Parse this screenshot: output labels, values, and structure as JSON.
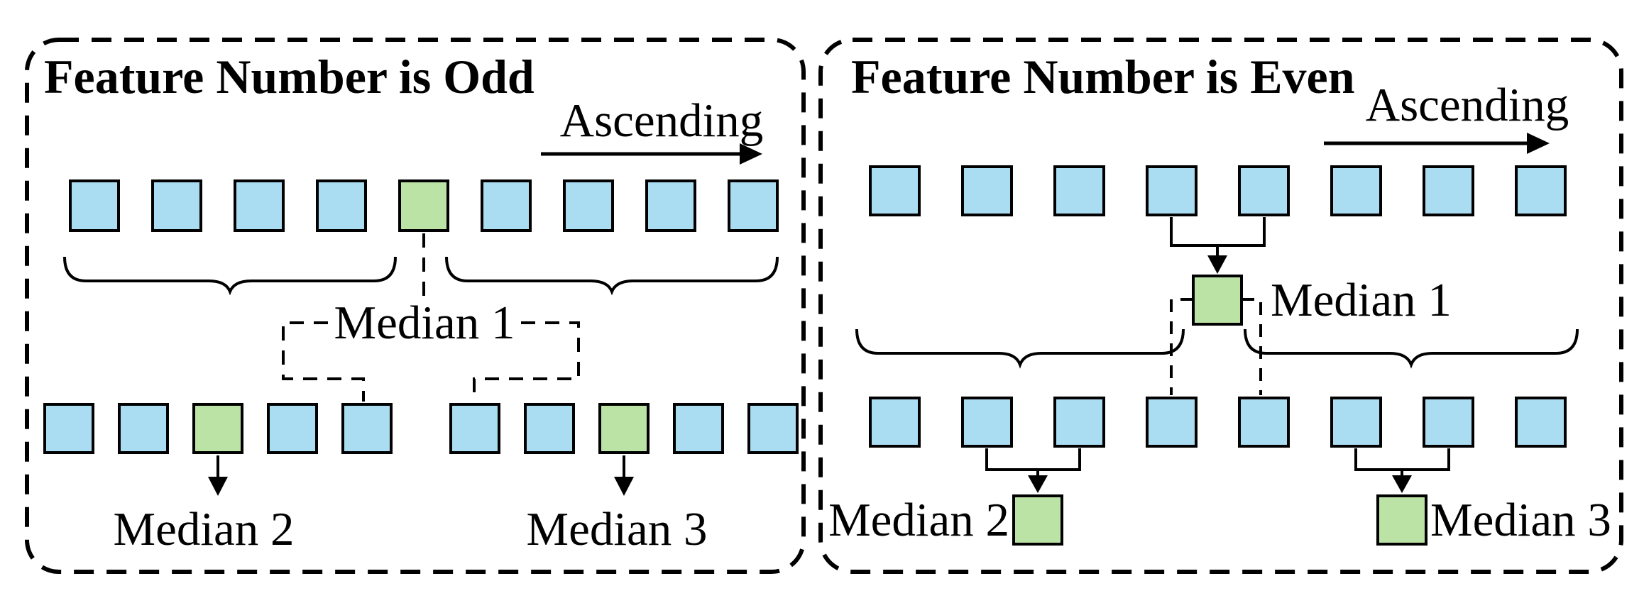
{
  "colors": {
    "blue": "#aadcf2",
    "green": "#bce3a6",
    "line": "#000000"
  },
  "panels": {
    "odd": {
      "title": "Feature Number is Odd",
      "ascending_label": "Ascending",
      "row1_squares": [
        "blue",
        "blue",
        "blue",
        "blue",
        "green",
        "blue",
        "blue",
        "blue",
        "blue"
      ],
      "row2_left_squares": [
        "blue",
        "blue",
        "green",
        "blue",
        "blue"
      ],
      "row2_right_squares": [
        "blue",
        "blue",
        "green",
        "blue",
        "blue"
      ],
      "median1_label": "Median 1",
      "median2_label": "Median 2",
      "median3_label": "Median 3"
    },
    "even": {
      "title": "Feature Number is Even",
      "ascending_label": "Ascending",
      "row1_squares": [
        "blue",
        "blue",
        "blue",
        "blue",
        "blue",
        "blue",
        "blue",
        "blue"
      ],
      "row2_squares": [
        "blue",
        "blue",
        "blue",
        "blue",
        "blue",
        "blue",
        "blue",
        "blue"
      ],
      "median1_square": "green",
      "median2_square": "green",
      "median3_square": "green",
      "median1_label": "Median 1",
      "median2_label": "Median 2",
      "median3_label": "Median 3"
    }
  }
}
